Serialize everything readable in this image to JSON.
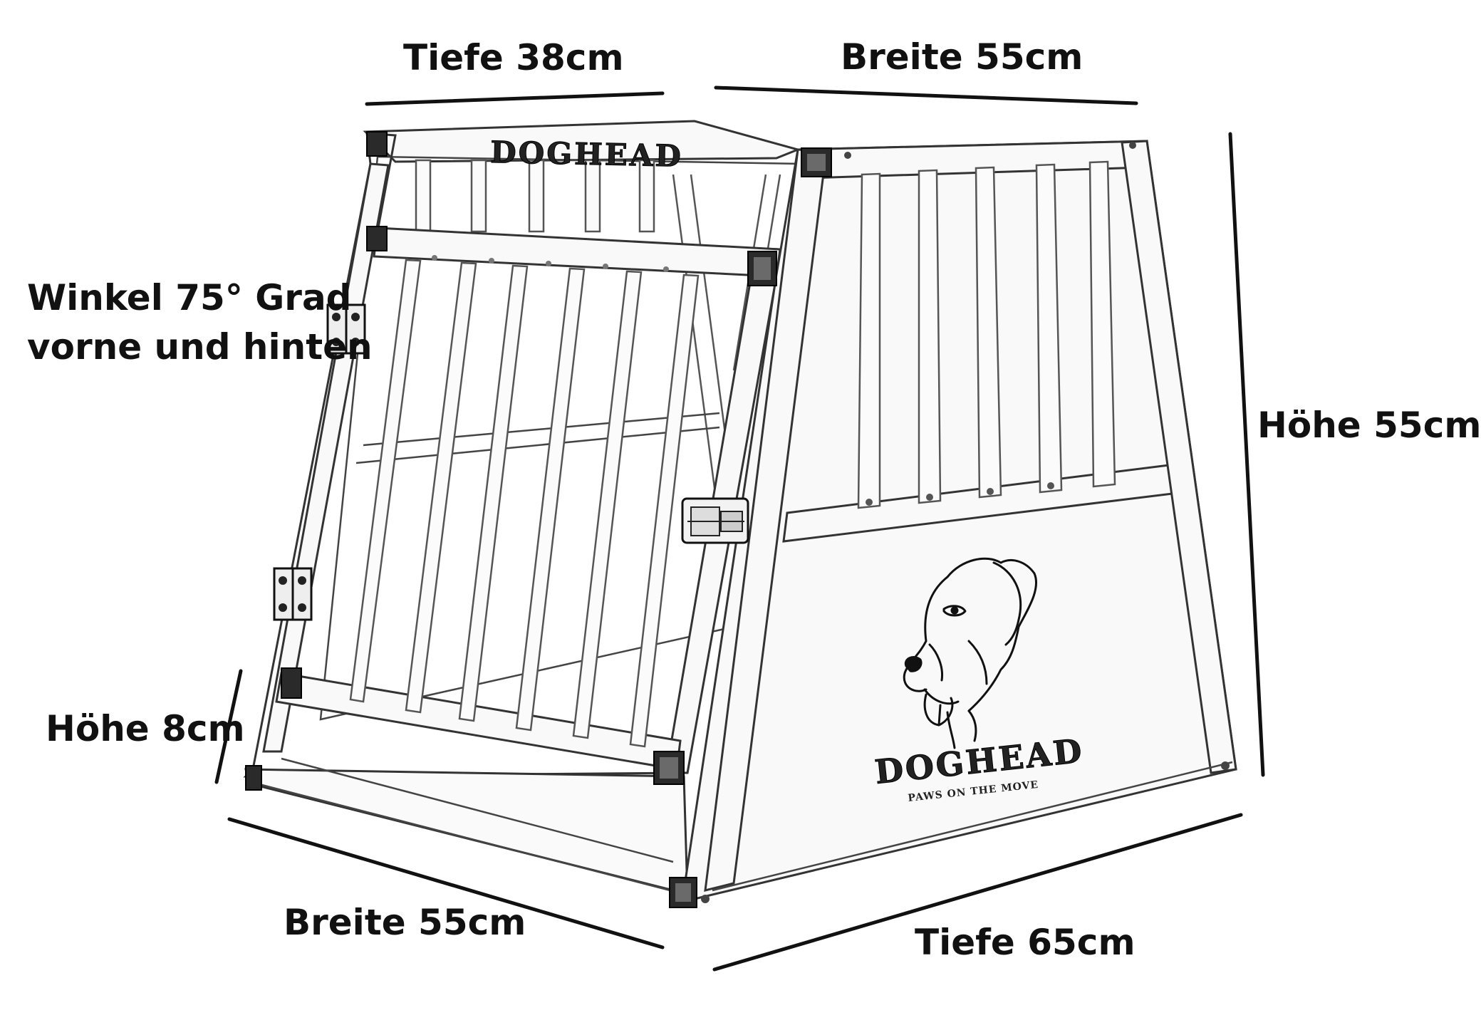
{
  "labels": {
    "top_depth": "Tiefe 38cm",
    "top_width": "Breite 55cm",
    "angle_line1": "Winkel 75° Grad",
    "angle_line2": "vorne und hinten",
    "height_right": "Höhe 55cm",
    "height_sill": "Höhe 8cm",
    "bottom_width": "Breite 55cm",
    "bottom_depth": "Tiefe 65cm"
  },
  "branding": {
    "top_logo": "DOGHEAD",
    "side_logo": "DOGHEAD",
    "side_tagline": "PAWS ON THE MOVE"
  },
  "icons": [
    "dog-head-icon",
    "hinge-icon",
    "latch-icon"
  ]
}
